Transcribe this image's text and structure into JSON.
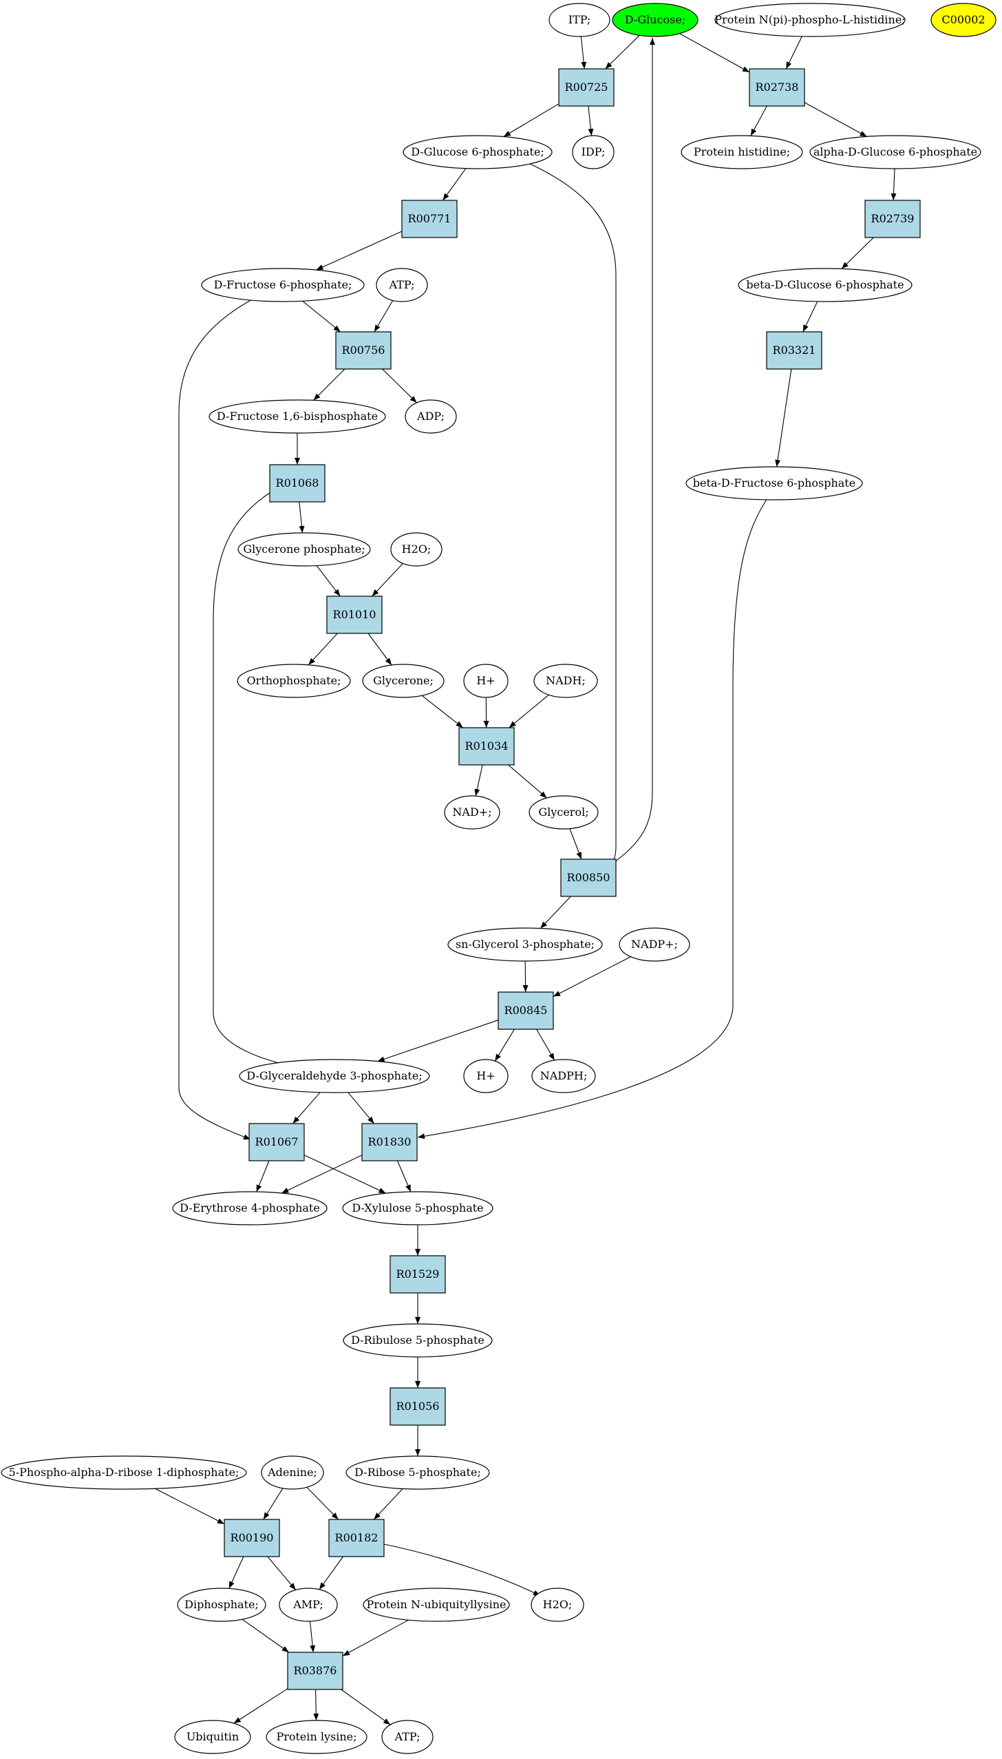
{
  "colors": {
    "metabolite_fill": "#ffffff",
    "reaction_fill": "#add8e6",
    "start_fill": "#00ff00",
    "target_fill": "#ffff00"
  },
  "nodes": [
    {
      "id": "m_itp",
      "label": "ITP;",
      "kind": "metabolite"
    },
    {
      "id": "m_dglucose",
      "label": "D-Glucose;",
      "kind": "start"
    },
    {
      "id": "m_prot_nphis",
      "label": "Protein N(pi)-phospho-L-histidine;",
      "kind": "metabolite"
    },
    {
      "id": "m_c00002",
      "label": "C00002",
      "kind": "target"
    },
    {
      "id": "r00725",
      "label": "R00725",
      "kind": "reaction"
    },
    {
      "id": "r02738",
      "label": "R02738",
      "kind": "reaction"
    },
    {
      "id": "m_g6p",
      "label": "D-Glucose 6-phosphate;",
      "kind": "metabolite"
    },
    {
      "id": "m_idp",
      "label": "IDP;",
      "kind": "metabolite"
    },
    {
      "id": "m_prot_his",
      "label": "Protein histidine;",
      "kind": "metabolite"
    },
    {
      "id": "m_adg6p",
      "label": "alpha-D-Glucose 6-phosphate",
      "kind": "metabolite"
    },
    {
      "id": "r00771",
      "label": "R00771",
      "kind": "reaction"
    },
    {
      "id": "r02739",
      "label": "R02739",
      "kind": "reaction"
    },
    {
      "id": "m_f6p",
      "label": "D-Fructose 6-phosphate;",
      "kind": "metabolite"
    },
    {
      "id": "m_atp1",
      "label": "ATP;",
      "kind": "metabolite"
    },
    {
      "id": "m_bdg6p",
      "label": "beta-D-Glucose 6-phosphate",
      "kind": "metabolite"
    },
    {
      "id": "r00756",
      "label": "R00756",
      "kind": "reaction"
    },
    {
      "id": "r03321",
      "label": "R03321",
      "kind": "reaction"
    },
    {
      "id": "m_f16bp",
      "label": "D-Fructose 1,6-bisphosphate",
      "kind": "metabolite"
    },
    {
      "id": "m_adp",
      "label": "ADP;",
      "kind": "metabolite"
    },
    {
      "id": "r01068",
      "label": "R01068",
      "kind": "reaction"
    },
    {
      "id": "m_bdf6p",
      "label": "beta-D-Fructose 6-phosphate",
      "kind": "metabolite"
    },
    {
      "id": "m_dhap",
      "label": "Glycerone phosphate;",
      "kind": "metabolite"
    },
    {
      "id": "m_h2o1",
      "label": "H2O;",
      "kind": "metabolite"
    },
    {
      "id": "r01010",
      "label": "R01010",
      "kind": "reaction"
    },
    {
      "id": "m_pi",
      "label": "Orthophosphate;",
      "kind": "metabolite"
    },
    {
      "id": "m_glycerone",
      "label": "Glycerone;",
      "kind": "metabolite"
    },
    {
      "id": "m_hplus1",
      "label": "H+",
      "kind": "metabolite"
    },
    {
      "id": "m_nadh",
      "label": "NADH;",
      "kind": "metabolite"
    },
    {
      "id": "r01034",
      "label": "R01034",
      "kind": "reaction"
    },
    {
      "id": "m_nadplus",
      "label": "NAD+;",
      "kind": "metabolite"
    },
    {
      "id": "m_glycerol",
      "label": "Glycerol;",
      "kind": "metabolite"
    },
    {
      "id": "r00850",
      "label": "R00850",
      "kind": "reaction"
    },
    {
      "id": "m_g3p",
      "label": "sn-Glycerol 3-phosphate;",
      "kind": "metabolite"
    },
    {
      "id": "m_nadp",
      "label": "NADP+;",
      "kind": "metabolite"
    },
    {
      "id": "r00845",
      "label": "R00845",
      "kind": "reaction"
    },
    {
      "id": "m_gap",
      "label": "D-Glyceraldehyde 3-phosphate;",
      "kind": "metabolite"
    },
    {
      "id": "m_hplus2",
      "label": "H+",
      "kind": "metabolite"
    },
    {
      "id": "m_nadph",
      "label": "NADPH;",
      "kind": "metabolite"
    },
    {
      "id": "r01067",
      "label": "R01067",
      "kind": "reaction"
    },
    {
      "id": "r01830",
      "label": "R01830",
      "kind": "reaction"
    },
    {
      "id": "m_e4p",
      "label": "D-Erythrose 4-phosphate",
      "kind": "metabolite"
    },
    {
      "id": "m_x5p",
      "label": "D-Xylulose 5-phosphate",
      "kind": "metabolite"
    },
    {
      "id": "r01529",
      "label": "R01529",
      "kind": "reaction"
    },
    {
      "id": "m_ru5p",
      "label": "D-Ribulose 5-phosphate",
      "kind": "metabolite"
    },
    {
      "id": "r01056",
      "label": "R01056",
      "kind": "reaction"
    },
    {
      "id": "m_prpp",
      "label": "5-Phospho-alpha-D-ribose 1-diphosphate;",
      "kind": "metabolite"
    },
    {
      "id": "m_adenine",
      "label": "Adenine;",
      "kind": "metabolite"
    },
    {
      "id": "m_r5p",
      "label": "D-Ribose 5-phosphate;",
      "kind": "metabolite"
    },
    {
      "id": "r00190",
      "label": "R00190",
      "kind": "reaction"
    },
    {
      "id": "r00182",
      "label": "R00182",
      "kind": "reaction"
    },
    {
      "id": "m_ppi",
      "label": "Diphosphate;",
      "kind": "metabolite"
    },
    {
      "id": "m_amp",
      "label": "AMP;",
      "kind": "metabolite"
    },
    {
      "id": "m_prot_nub",
      "label": "Protein N-ubiquityllysine",
      "kind": "metabolite"
    },
    {
      "id": "m_h2o2",
      "label": "H2O;",
      "kind": "metabolite"
    },
    {
      "id": "r03876",
      "label": "R03876",
      "kind": "reaction"
    },
    {
      "id": "m_ubiquitin",
      "label": "Ubiquitin",
      "kind": "metabolite"
    },
    {
      "id": "m_prot_lys",
      "label": "Protein lysine;",
      "kind": "metabolite"
    },
    {
      "id": "m_atp2",
      "label": "ATP;",
      "kind": "metabolite"
    }
  ],
  "edges": [
    [
      "m_itp",
      "r00725"
    ],
    [
      "m_dglucose",
      "r00725"
    ],
    [
      "m_dglucose",
      "r02738"
    ],
    [
      "m_prot_nphis",
      "r02738"
    ],
    [
      "r00725",
      "m_g6p"
    ],
    [
      "r00725",
      "m_idp"
    ],
    [
      "r02738",
      "m_prot_his"
    ],
    [
      "r02738",
      "m_adg6p"
    ],
    [
      "m_g6p",
      "r00771"
    ],
    [
      "m_adg6p",
      "r02739"
    ],
    [
      "r00771",
      "m_f6p"
    ],
    [
      "r02739",
      "m_bdg6p"
    ],
    [
      "m_f6p",
      "r00756"
    ],
    [
      "m_atp1",
      "r00756"
    ],
    [
      "m_bdg6p",
      "r03321"
    ],
    [
      "r00756",
      "m_f16bp"
    ],
    [
      "r00756",
      "m_adp"
    ],
    [
      "r03321",
      "m_bdf6p"
    ],
    [
      "m_f16bp",
      "r01068"
    ],
    [
      "r01068",
      "m_dhap"
    ],
    [
      "m_dhap",
      "r01010"
    ],
    [
      "m_h2o1",
      "r01010"
    ],
    [
      "r01010",
      "m_pi"
    ],
    [
      "r01010",
      "m_glycerone"
    ],
    [
      "m_glycerone",
      "r01034"
    ],
    [
      "m_hplus1",
      "r01034"
    ],
    [
      "m_nadh",
      "r01034"
    ],
    [
      "r01034",
      "m_nadplus"
    ],
    [
      "r01034",
      "m_glycerol"
    ],
    [
      "m_glycerol",
      "r00850"
    ],
    [
      "m_g6p",
      "r00850"
    ],
    [
      "r00850",
      "m_dglucose"
    ],
    [
      "r00850",
      "m_g3p"
    ],
    [
      "m_g3p",
      "r00845"
    ],
    [
      "m_nadp",
      "r00845"
    ],
    [
      "r00845",
      "m_gap"
    ],
    [
      "r00845",
      "m_hplus2"
    ],
    [
      "r00845",
      "m_nadph"
    ],
    [
      "r01068",
      "m_gap"
    ],
    [
      "m_f6p",
      "r01067"
    ],
    [
      "m_gap",
      "r01067"
    ],
    [
      "m_gap",
      "r01830"
    ],
    [
      "m_bdf6p",
      "r01830"
    ],
    [
      "r01067",
      "m_e4p"
    ],
    [
      "r01067",
      "m_x5p"
    ],
    [
      "r01830",
      "m_e4p"
    ],
    [
      "r01830",
      "m_x5p"
    ],
    [
      "m_x5p",
      "r01529"
    ],
    [
      "r01529",
      "m_ru5p"
    ],
    [
      "m_ru5p",
      "r01056"
    ],
    [
      "r01056",
      "m_r5p"
    ],
    [
      "m_prpp",
      "r00190"
    ],
    [
      "m_adenine",
      "r00190"
    ],
    [
      "m_adenine",
      "r00182"
    ],
    [
      "m_r5p",
      "r00182"
    ],
    [
      "r00190",
      "m_ppi"
    ],
    [
      "r00190",
      "m_amp"
    ],
    [
      "r00182",
      "m_amp"
    ],
    [
      "r00182",
      "m_h2o2"
    ],
    [
      "m_ppi",
      "r03876"
    ],
    [
      "m_amp",
      "r03876"
    ],
    [
      "m_prot_nub",
      "r03876"
    ],
    [
      "r03876",
      "m_ubiquitin"
    ],
    [
      "r03876",
      "m_prot_lys"
    ],
    [
      "r03876",
      "m_atp2"
    ]
  ]
}
